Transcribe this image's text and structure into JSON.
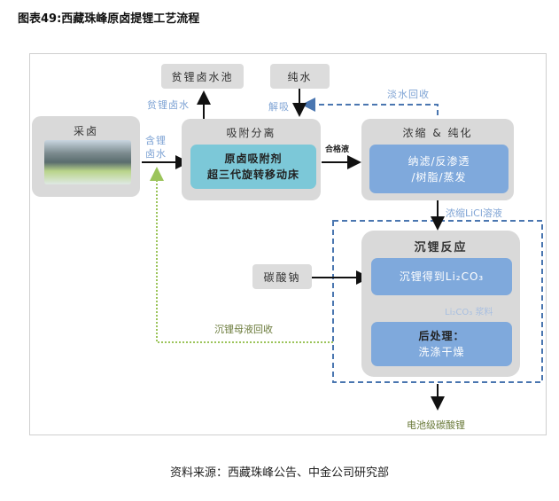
{
  "title": "图表49:西藏珠峰原卤提锂工艺流程",
  "nodes": {
    "brine_collection": "采卤",
    "lean_pool": "贫锂卤水池",
    "pure_water": "纯水",
    "adsorption": {
      "header": "吸附分离",
      "line1": "原卤吸附剂",
      "line2": "超三代旋转移动床"
    },
    "concentration": {
      "header": "浓缩 & 纯化",
      "line1": "纳滤/反渗透",
      "line2": "/树脂/蒸发"
    },
    "precipitation": {
      "header": "沉锂反应",
      "step1": "沉锂得到Li₂CO₃",
      "step2_title": "后处理：",
      "step2_text": "洗涤干燥"
    },
    "soda_ash": "碳酸钠",
    "product": "电池级碳酸锂"
  },
  "labels": {
    "lean_brine": "贫锂卤水",
    "desorption": "解吸",
    "fresh_water_recovery": "淡水回收",
    "li_brine_1": "含锂",
    "li_brine_2": "卤水",
    "qualified_liquid": "合格液",
    "licl_solution": "浓缩LiCl溶液",
    "slurry": "Li₂CO₃ 浆料",
    "mother_liquor": "沉锂母液回收"
  },
  "source": "资料来源：西藏珠峰公告、中金公司研究部",
  "colors": {
    "teal": "#7cc8d8",
    "blue": "#7fa9dc",
    "dashed_blue": "#4a76b0",
    "dotted_green": "#9bc45a"
  }
}
